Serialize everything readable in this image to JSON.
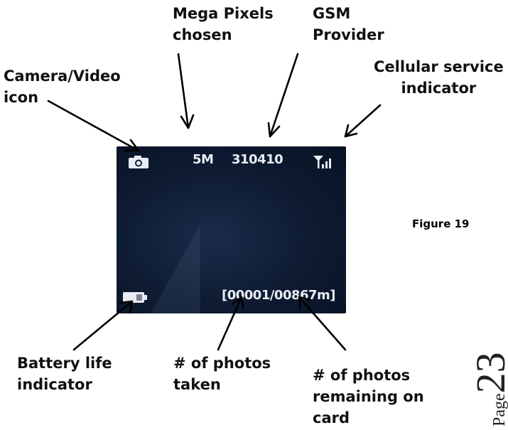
{
  "labels": {
    "mega_pixels": [
      "Mega Pixels",
      "chosen"
    ],
    "gsm_provider": [
      "GSM",
      "Provider"
    ],
    "camera_video": [
      "Camera/Video",
      "icon"
    ],
    "cellular_service": [
      "Cellular service",
      "indicator"
    ],
    "battery_life": [
      "Battery life",
      "indicator"
    ],
    "photos_taken": [
      "# of photos",
      "taken"
    ],
    "photos_remaining": [
      "# of photos",
      "remaining on",
      "card"
    ]
  },
  "screen": {
    "megapixels": "5M",
    "gsm_code": "310410",
    "photo_counter": "[00001/00867m]",
    "icons": {
      "camera": "camera-icon",
      "signal": "signal-strength-icon",
      "battery": "battery-icon"
    },
    "colors": {
      "background": "#0d1a30",
      "text": "#e8ecf5"
    }
  },
  "caption": "Figure 19",
  "page": {
    "word": "Page",
    "number": "23"
  }
}
